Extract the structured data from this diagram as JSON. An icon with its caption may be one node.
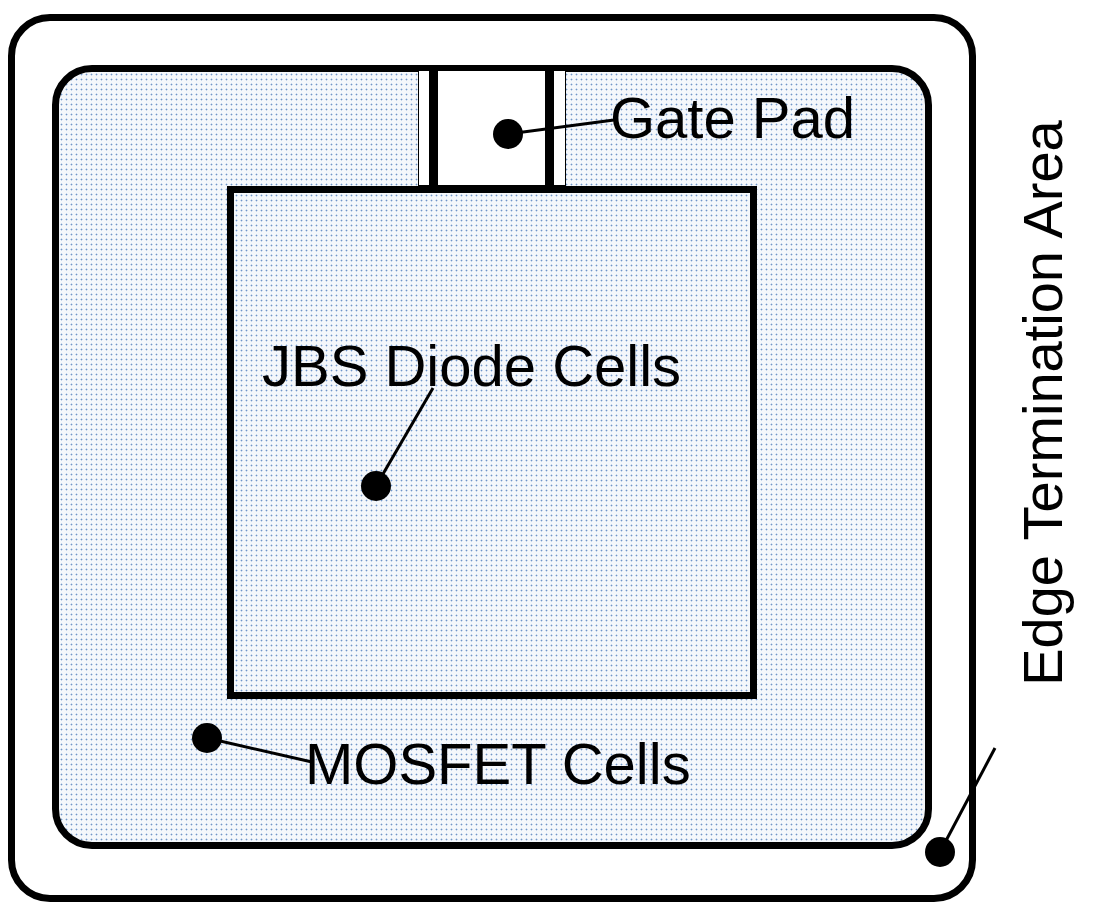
{
  "diagram": {
    "nodes": [
      {
        "text": [],
        "shape": "box"
      },
      {
        "text": [],
        "shape": "box",
        "in": 0
      },
      {
        "text": [],
        "shape": "box",
        "in": 1
      },
      {
        "text": [],
        "shape": "box",
        "in": 1
      },
      {
        "text": [
          "Gate Pad"
        ],
        "in": 1
      },
      {
        "text": [
          "JBS Diode Cells"
        ],
        "in": 3
      },
      {
        "text": [
          "MOSFET Cells"
        ],
        "in": 1
      },
      {
        "text": [
          "Edge Termination Area"
        ]
      }
    ],
    "edges": [
      {
        "from": 4,
        "to": 2,
        "arrow": "other"
      },
      {
        "from": 5,
        "to": 3,
        "arrow": "other"
      },
      {
        "from": 6,
        "to": 1,
        "arrow": "other"
      },
      {
        "from": 7,
        "to": 0,
        "arrow": "other"
      }
    ]
  }
}
